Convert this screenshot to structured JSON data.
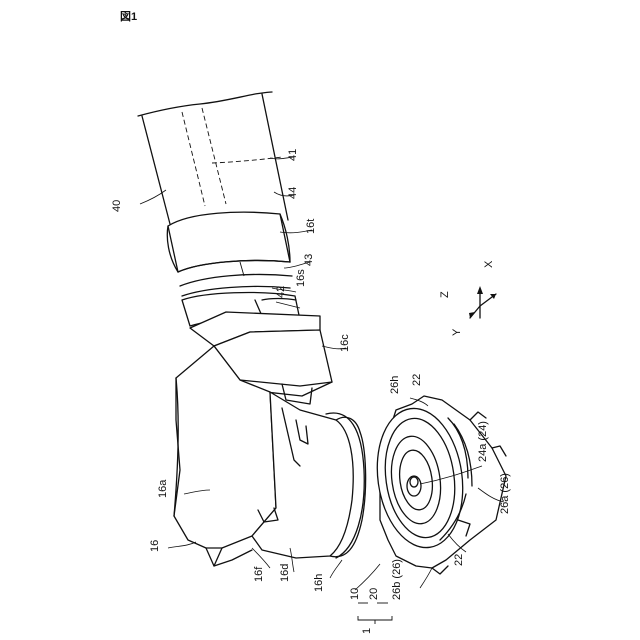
{
  "figure_title": "図1",
  "labels": {
    "l40": "40",
    "l41": "41",
    "l44": "44",
    "l16t": "16t",
    "l43": "43",
    "l16s": "16s",
    "l42": "42",
    "l16c": "16c",
    "l16a": "16a",
    "l16": "16",
    "l16f": "16f",
    "l16d": "16d",
    "l16h": "16h",
    "l10": "10",
    "l20": "20",
    "l1": "1",
    "l26h": "26h",
    "l22a": "22",
    "l24a": "24a (24)",
    "l26a": "26a (26)",
    "l22b": "22",
    "l26b": "26b (26)"
  },
  "axes": {
    "x": "X",
    "y": "Y",
    "z": "Z"
  }
}
